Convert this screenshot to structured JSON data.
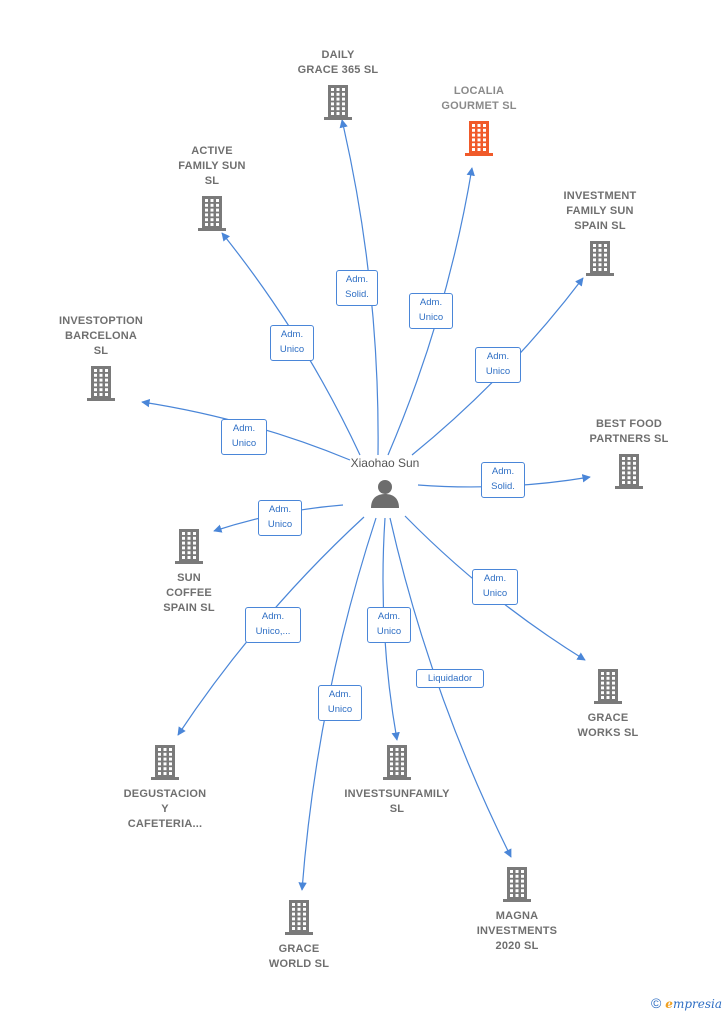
{
  "person": {
    "name": "Xiaohao Sun",
    "icon": "person-icon"
  },
  "colors": {
    "edge": "#4a86d8",
    "building": "#7a7a7a",
    "focus_building": "#f05a2a"
  },
  "companies": [
    {
      "id": "daily-grace-365",
      "label": "DAILY\nGRACE 365  SL"
    },
    {
      "id": "localia-gourmet",
      "label": "LOCALIA\nGOURMET  SL",
      "focus": true
    },
    {
      "id": "active-family-sun",
      "label": "ACTIVE\nFAMILY SUN\nSL"
    },
    {
      "id": "investment-family-sun-spain",
      "label": "INVESTMENT\nFAMILY SUN\nSPAIN  SL"
    },
    {
      "id": "investoption-barcelona",
      "label": "INVESTOPTION\nBARCELONA\nSL"
    },
    {
      "id": "best-food-partners",
      "label": "BEST FOOD\nPARTNERS  SL"
    },
    {
      "id": "sun-coffee-spain",
      "label": "SUN\nCOFFEE\nSPAIN  SL"
    },
    {
      "id": "grace-works",
      "label": "GRACE\nWORKS  SL"
    },
    {
      "id": "degustacion-y-cafeteria",
      "label": "DEGUSTACION\nY\nCAFETERIA..."
    },
    {
      "id": "investsunfamily",
      "label": "INVESTSUNFAMILY\nSL"
    },
    {
      "id": "magna-investments-2020",
      "label": "MAGNA\nINVESTMENTS\n2020  SL"
    },
    {
      "id": "grace-world",
      "label": "GRACE\nWORLD  SL"
    }
  ],
  "edges": [
    {
      "to": "daily-grace-365",
      "role": "Adm.\nSolid."
    },
    {
      "to": "localia-gourmet",
      "role": "Adm.\nUnico"
    },
    {
      "to": "active-family-sun",
      "role": "Adm.\nUnico"
    },
    {
      "to": "investment-family-sun-spain",
      "role": "Adm.\nUnico"
    },
    {
      "to": "investoption-barcelona",
      "role": "Adm.\nUnico"
    },
    {
      "to": "best-food-partners",
      "role": "Adm.\nSolid."
    },
    {
      "to": "sun-coffee-spain",
      "role": "Adm.\nUnico"
    },
    {
      "to": "grace-works",
      "role": "Adm.\nUnico"
    },
    {
      "to": "degustacion-y-cafeteria",
      "role": "Adm.\nUnico,..."
    },
    {
      "to": "investsunfamily",
      "role": "Adm.\nUnico"
    },
    {
      "to": "magna-investments-2020",
      "role": "Liquidador"
    },
    {
      "to": "grace-world",
      "role": "Adm.\nUnico"
    }
  ],
  "footer": {
    "copyright": "©",
    "brand_initial": "e",
    "brand_rest": "mpresia"
  }
}
